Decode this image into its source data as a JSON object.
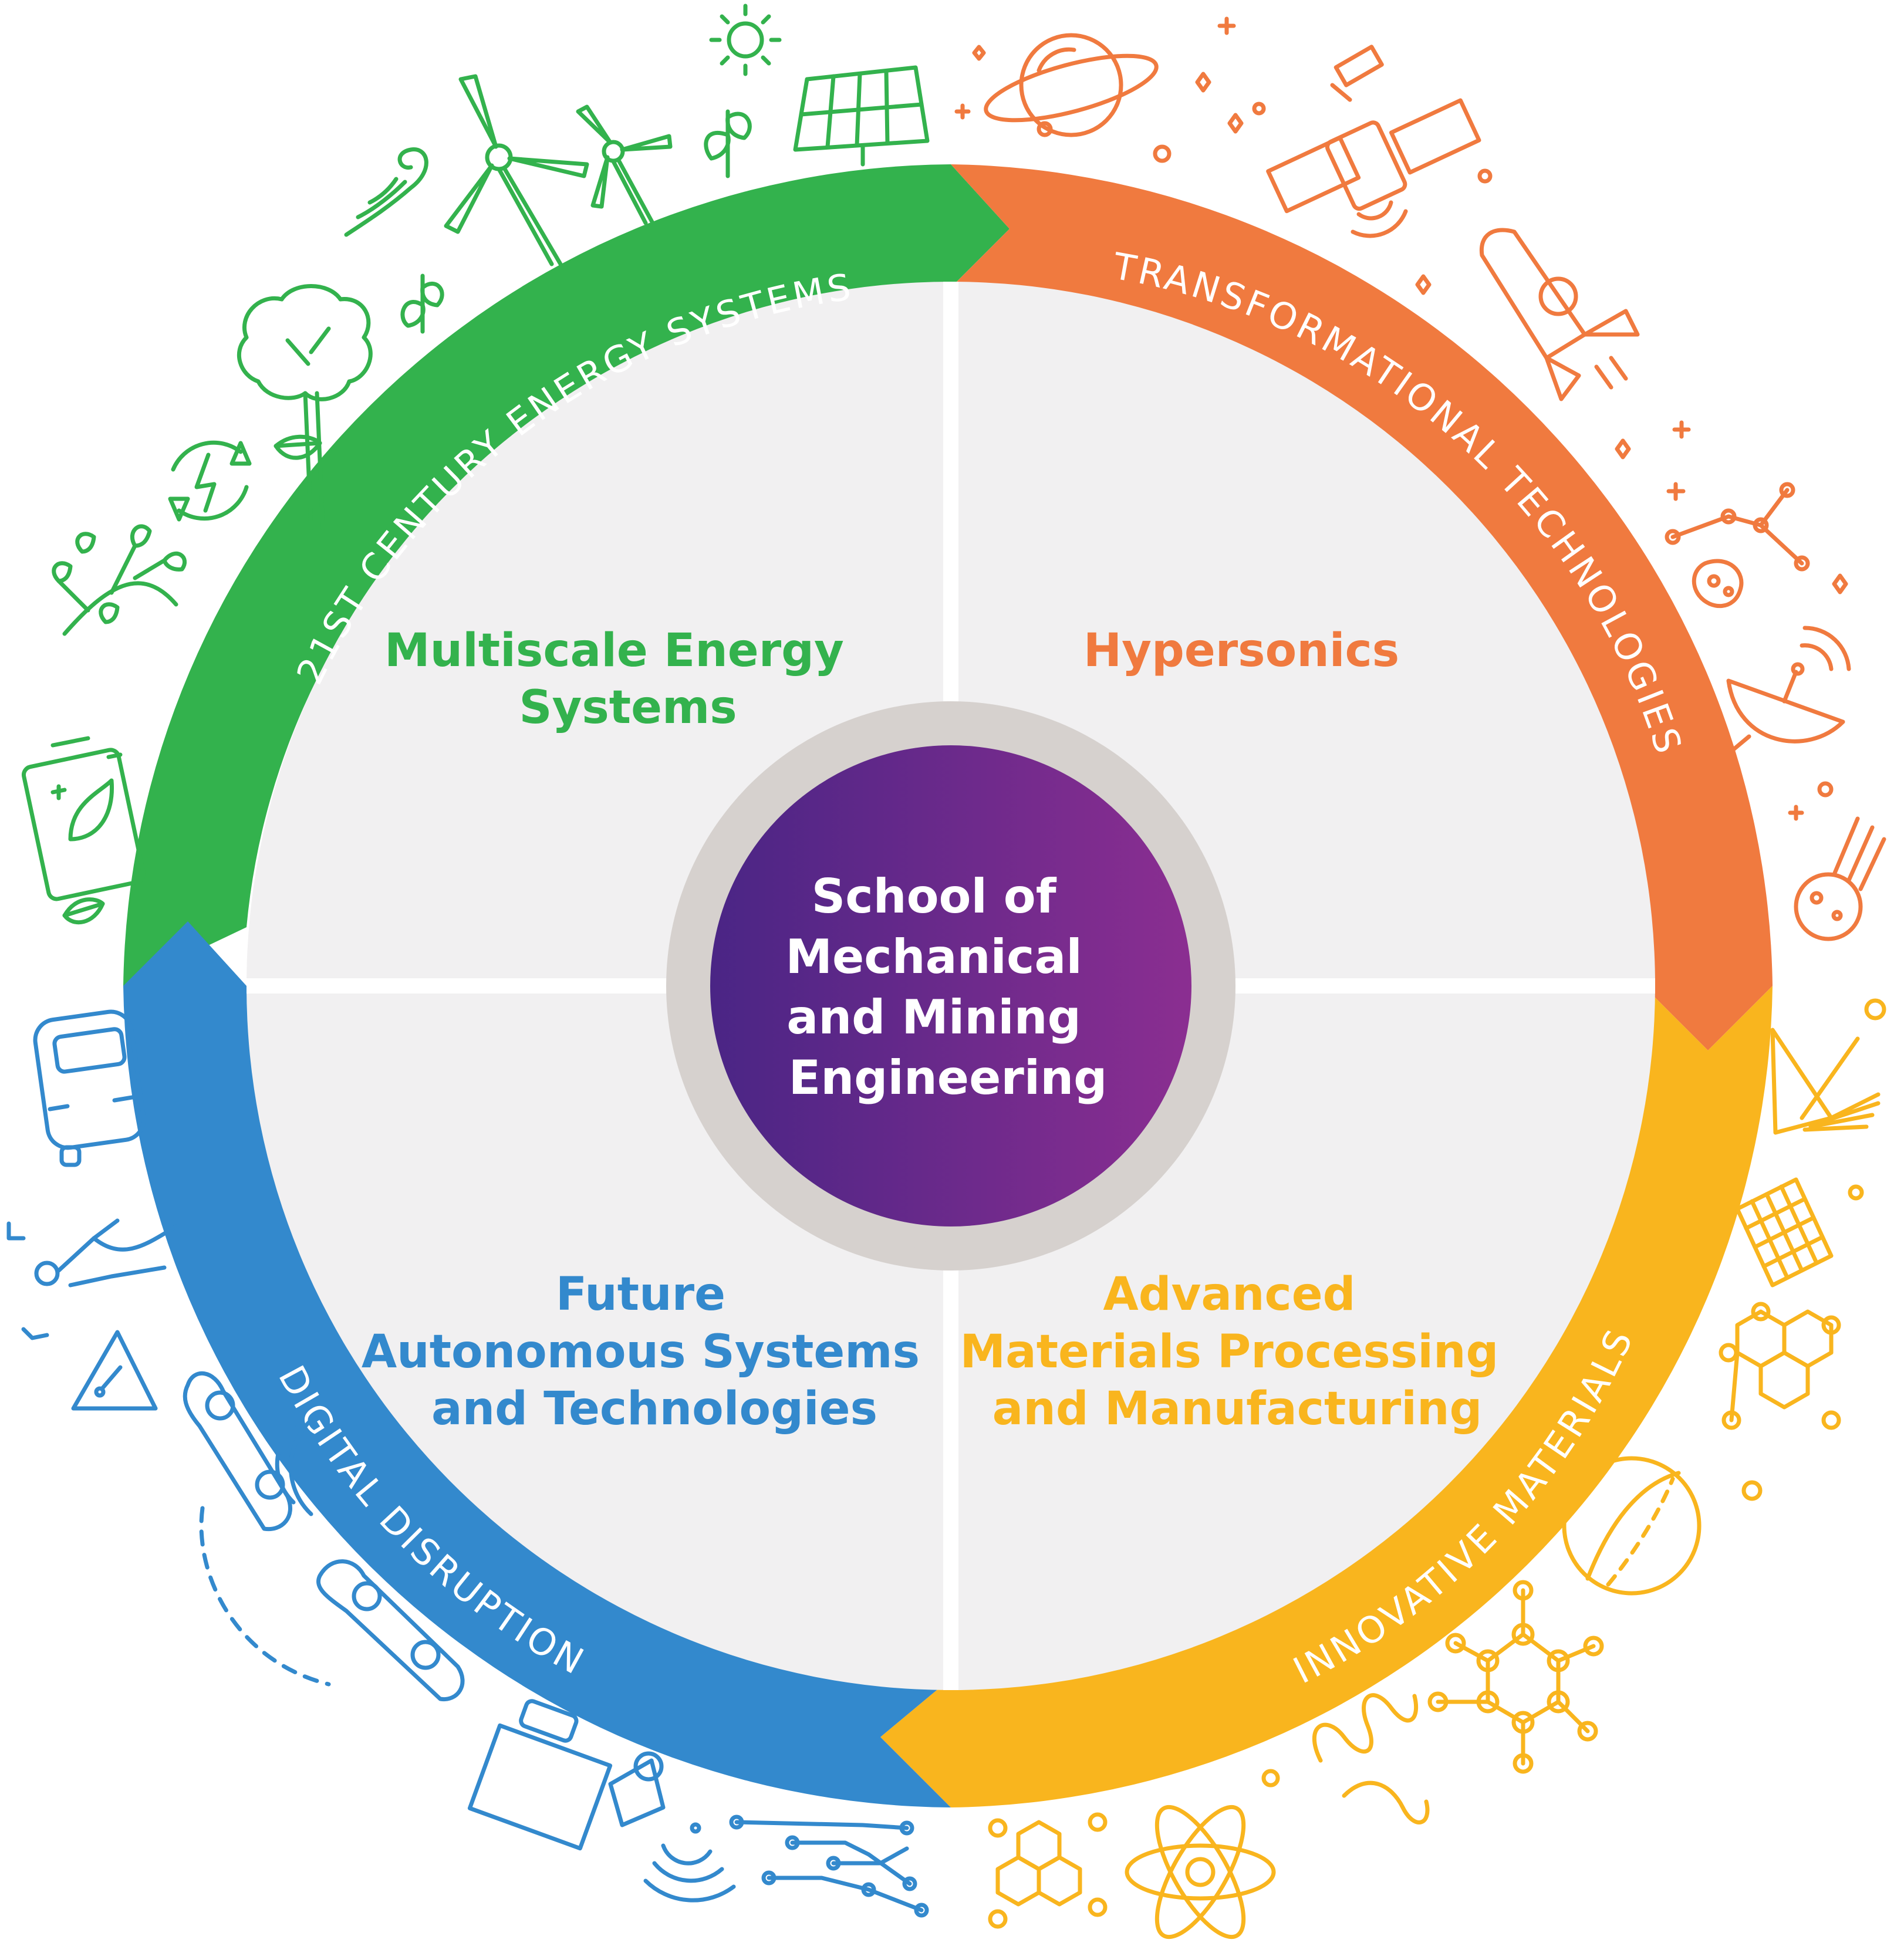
{
  "colors": {
    "green": "#33b24d",
    "orange": "#f07a3f",
    "yellow": "#f9b51e",
    "blue": "#3389cd",
    "purple_start": "#4a2585",
    "purple_end": "#8b2e91",
    "panel": "#f1f0f1",
    "panel_divider": "#ffffff",
    "center_ring": "#d6d1ce"
  },
  "center": {
    "lines": [
      "School of",
      "Mechanical",
      "and Mining",
      "Engineering"
    ]
  },
  "ring_labels": {
    "top_left": "21ST CENTURY ENERGY SYSTEMS",
    "top_right": "TRANSFORMATIONAL TECHNOLOGIES",
    "bottom_right": "INNOVATIVE MATERIALS",
    "bottom_left": "DIGITAL DISRUPTION"
  },
  "quadrants": {
    "top_left": [
      "Multiscale Energy",
      "Systems"
    ],
    "top_right": [
      "Hypersonics"
    ],
    "bottom_left": [
      "Future",
      "Autonomous Systems",
      "and Technologies"
    ],
    "bottom_right": [
      "Advanced",
      "Materials Processing",
      "and Manufacturing"
    ]
  },
  "icons": {
    "green": [
      "sun-icon",
      "solar-panel-icon",
      "wind-turbine-icon",
      "sprout-icon",
      "wind-icon",
      "tree-icon",
      "leaf-icon",
      "renewable-energy-icon",
      "branch-icon",
      "battery-icon"
    ],
    "orange": [
      "planet-icon",
      "satellite-icon",
      "star-icon",
      "rocket-icon",
      "constellation-icon",
      "asteroid-icon",
      "satellite-dish-icon",
      "meteor-icon"
    ],
    "yellow": [
      "prism-icon",
      "mesh-icon",
      "molecule-icon",
      "sphere-icon",
      "atom-icon",
      "wave-icon"
    ],
    "blue": [
      "car-icon",
      "robot-arm-icon",
      "warning-icon",
      "circuit-icon",
      "signal-icon"
    ]
  }
}
